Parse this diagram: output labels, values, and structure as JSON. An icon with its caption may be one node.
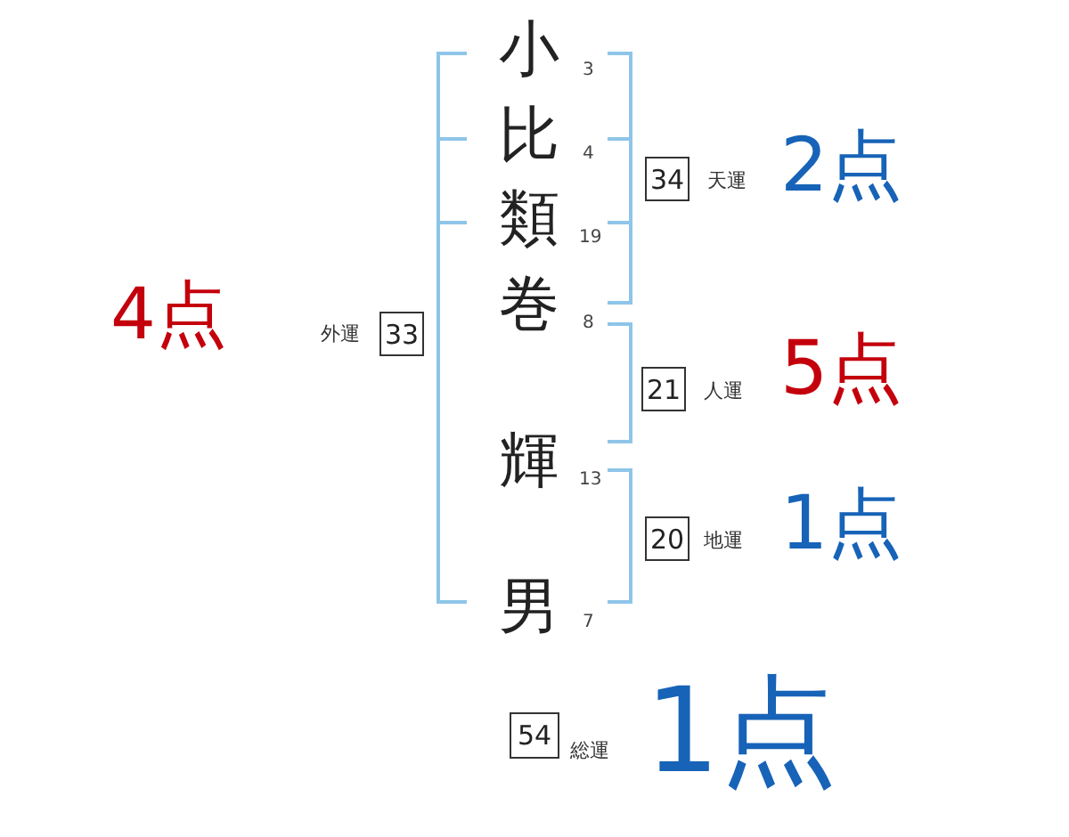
{
  "diagram": {
    "nodes": [
      {
        "text": [
          "34"
        ],
        "beside": [
          "天運",
          "2点"
        ]
      },
      {
        "text": [
          "33"
        ],
        "beside": [
          "4点",
          "外運"
        ]
      },
      {
        "text": [
          "21"
        ],
        "beside": [
          "人運",
          "5点"
        ]
      },
      {
        "text": [
          "20"
        ],
        "beside": [
          "地運",
          "1点"
        ]
      },
      {
        "text": [
          "54"
        ],
        "beside": [
          "総運",
          "1点"
        ]
      }
    ],
    "labels": [
      "小",
      "3",
      "比",
      "4",
      "類",
      "19",
      "巻",
      "8",
      "輝",
      "13",
      "男",
      "7"
    ]
  }
}
